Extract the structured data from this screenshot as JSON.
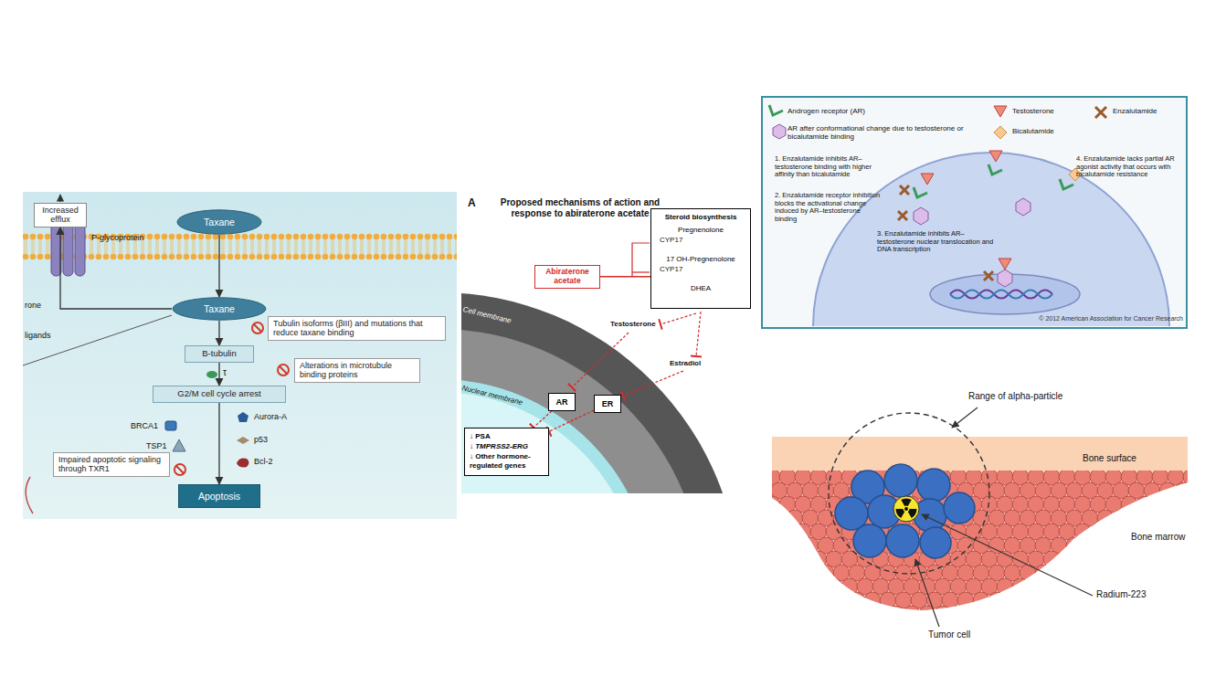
{
  "diagram": {
    "nodes": [
      {
        "text": [
          "Increased efflux"
        ]
      },
      {
        "text": [
          "Taxane"
        ]
      },
      {
        "text": [
          "Taxane"
        ]
      },
      {
        "text": [
          "B-tubulin"
        ]
      },
      {
        "text": [
          "G2/M cell cycle arrest"
        ]
      },
      {
        "text": [
          "Apoptosis"
        ]
      },
      {
        "text": [
          "Tubulin isoforms (βIII) and mutations that reduce taxane binding"
        ]
      },
      {
        "text": [
          "Alterations in microtubule binding proteins"
        ]
      },
      {
        "text": [
          "Impaired apoptotic signaling through TXR1"
        ]
      },
      {
        "text": [
          "Steroid biosynthesis",
          "Pregnenolone",
          "17 OH-Pregnenolone",
          "DHEA"
        ]
      },
      {
        "text": [
          "Abiraterone acetate"
        ]
      },
      {
        "text": [
          "AR"
        ]
      },
      {
        "text": [
          "ER"
        ]
      },
      {
        "text": [
          "↓ PSA",
          "↓ TMPRSS2-ERG",
          "↓ Other hormone-regulated genes"
        ]
      }
    ],
    "edges": [
      {
        "from": 1,
        "to": 2,
        "arrow": "to"
      },
      {
        "from": 2,
        "to": 3,
        "arrow": "to"
      },
      {
        "from": 3,
        "to": 4,
        "arrow": "to"
      },
      {
        "from": 4,
        "to": 5,
        "arrow": "to"
      },
      {
        "from": 2,
        "to": 0,
        "arrow": "to"
      },
      {
        "from": 10,
        "to": 9,
        "arrow": "none"
      },
      {
        "from": 11,
        "to": 13,
        "arrow": "to"
      },
      {
        "from": 12,
        "to": 13,
        "arrow": "to"
      }
    ],
    "labels": [
      "P-glycoprotein",
      "rone",
      "ligands",
      "τ",
      "BRCA1",
      "TSP1",
      "Aurora-A",
      "p53",
      "Bcl-2",
      "A",
      "Proposed mechanisms of action and response to abiraterone acetate",
      "CYP17",
      "CYP17",
      "Cell membrane",
      "Nuclear membrane",
      "Testosterone",
      "Estradiol",
      "1. Enzalutamide inhibits AR–testosterone binding with higher affinity than bicalutamide",
      "2. Enzalutamide receptor inhibition blocks the activational change induced by AR–testosterone binding",
      "3. Enzalutamide inhibits AR–testosterone nuclear translocation and DNA transcription",
      "4. Enzalutamide lacks partial AR agonist activity that occurs with bicalutamide resistance",
      "© 2012 American Association for Cancer Research",
      "Range of alpha-particle",
      "Bone surface",
      "Bone marrow",
      "Radium-223",
      "Tumor cell"
    ],
    "legend": [
      {
        "text": "Androgen receptor (AR)"
      },
      {
        "text": "AR after conformational change due to testosterone or bicalutamide binding"
      },
      {
        "text": "Testosterone"
      },
      {
        "text": "Bicalutamide"
      },
      {
        "text": "Enzalutamide"
      }
    ]
  }
}
